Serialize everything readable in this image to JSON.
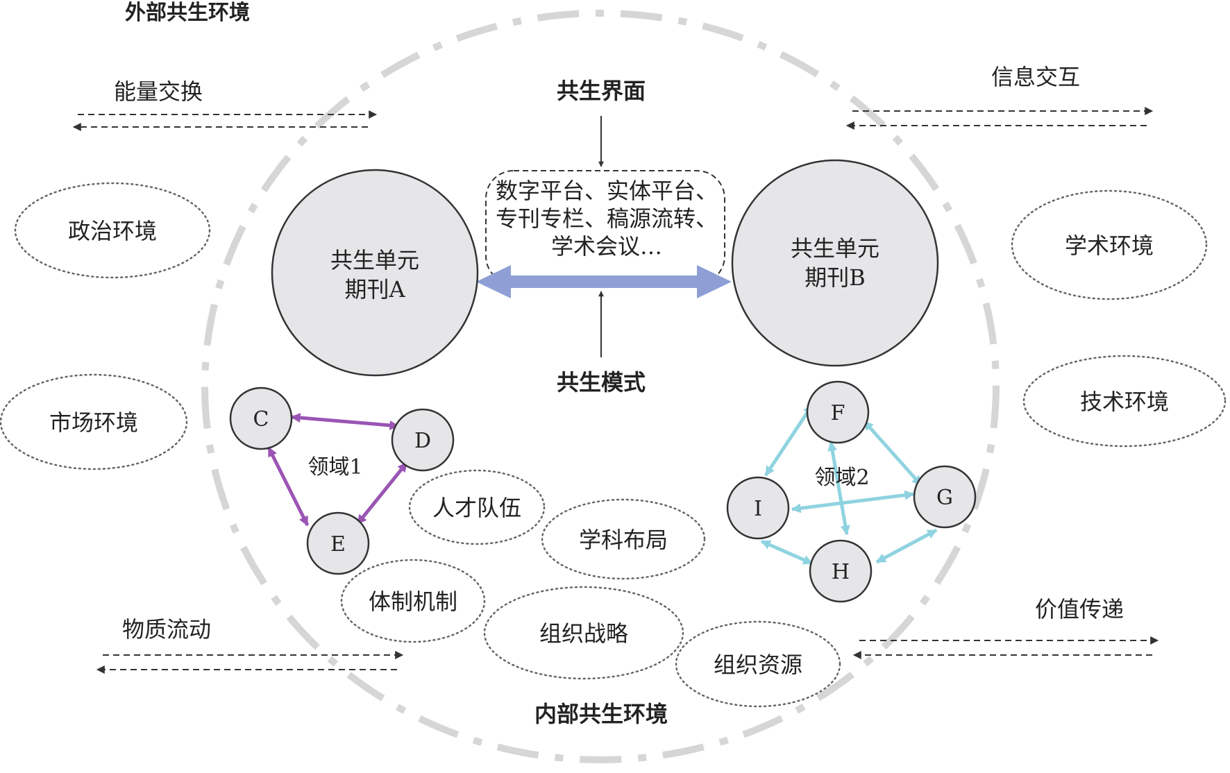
{
  "outer_environment": {
    "title": "外部共生环境",
    "flows": {
      "energy": "能量交换",
      "information": "信息交互",
      "material": "物质流动",
      "value": "价值传递"
    },
    "environments": {
      "political": "政治环境",
      "market": "市场环境",
      "academic": "学术环境",
      "technical": "技术环境"
    }
  },
  "inner_environment": {
    "title": "内部共生环境",
    "factors": {
      "talent": "人才队伍",
      "discipline": "学科布局",
      "institution": "体制机制",
      "strategy": "组织战略",
      "resources": "组织资源"
    }
  },
  "interface": {
    "title": "共生界面",
    "lines": [
      "数字平台、实体平台、",
      "专刊专栏、稿源流转、",
      "学术会议…"
    ]
  },
  "mode": {
    "title": "共生模式"
  },
  "units": {
    "a": {
      "line1": "共生单元",
      "line2": "期刊A"
    },
    "b": {
      "line1": "共生单元",
      "line2": "期刊B"
    }
  },
  "domain1": {
    "label": "领域1",
    "nodes": {
      "c": "C",
      "d": "D",
      "e": "E"
    },
    "edge_color": "#9a55b4"
  },
  "domain2": {
    "label": "领域2",
    "nodes": {
      "f": "F",
      "g": "G",
      "h": "H",
      "i": "I"
    },
    "edge_color": "#8fd3e0"
  },
  "colors": {
    "node_fill": "#e6e6e9",
    "main_arrow": "#8f9fd6",
    "boundary": "#d6d6d6"
  }
}
